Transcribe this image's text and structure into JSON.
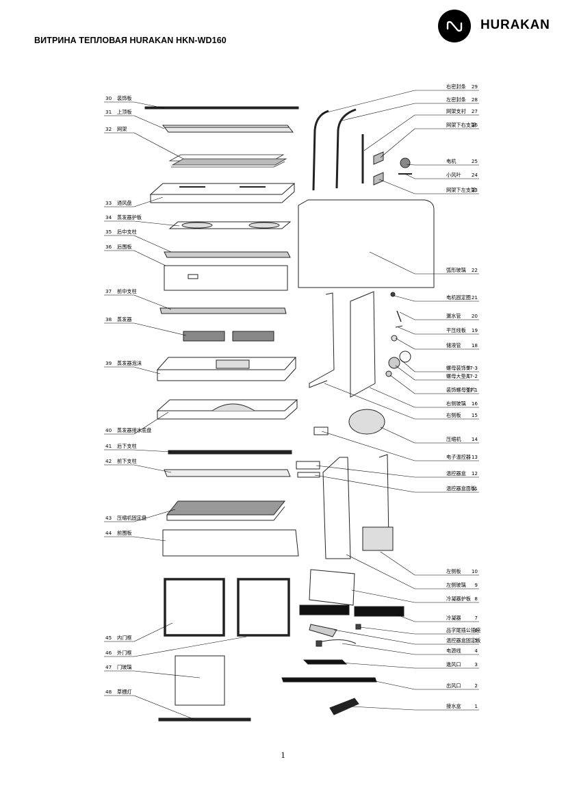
{
  "header": {
    "title": "ВИТРИНА ТЕПЛОВАЯ HURAKAN HKN-WD160",
    "brand": "HURAKAN",
    "logo_icon": "hurakan-logo-icon"
  },
  "page_number": "1",
  "parts": [
    {
      "no": "1",
      "name": "接水盒"
    },
    {
      "no": "2",
      "name": "出风口"
    },
    {
      "no": "3",
      "name": "進风口"
    },
    {
      "no": "4",
      "name": "电源线"
    },
    {
      "no": "5",
      "name": "温控器盒固定板"
    },
    {
      "no": "6",
      "name": "品字尾插公插座"
    },
    {
      "no": "7",
      "name": "冷凝器"
    },
    {
      "no": "8",
      "name": "冷凝器护板"
    },
    {
      "no": "9",
      "name": "左侧玻璃"
    },
    {
      "no": "10",
      "name": "左侧板"
    },
    {
      "no": "11",
      "name": "温控器盒面板"
    },
    {
      "no": "12",
      "name": "温控器盒"
    },
    {
      "no": "13",
      "name": "电子温控器"
    },
    {
      "no": "14",
      "name": "压缩机"
    },
    {
      "no": "15",
      "name": "右侧板"
    },
    {
      "no": "16",
      "name": "右侧玻璃"
    },
    {
      "no": "17-1",
      "name": "装饰螺母垫片"
    },
    {
      "no": "17-2",
      "name": "螺母大垫片"
    },
    {
      "no": "17-3",
      "name": "螺母装饰件"
    },
    {
      "no": "18",
      "name": "储液管"
    },
    {
      "no": "19",
      "name": "平压线板"
    },
    {
      "no": "20",
      "name": "漏水管"
    },
    {
      "no": "21",
      "name": "电机固定圈"
    },
    {
      "no": "22",
      "name": "弧形玻璃"
    },
    {
      "no": "23",
      "name": "网架下左支架"
    },
    {
      "no": "24",
      "name": "小风叶"
    },
    {
      "no": "25",
      "name": "电机"
    },
    {
      "no": "26",
      "name": "网架下右支架"
    },
    {
      "no": "27",
      "name": "网架支衬"
    },
    {
      "no": "28",
      "name": "左密封条"
    },
    {
      "no": "29",
      "name": "右密封条"
    },
    {
      "no": "30",
      "name": "装饰板"
    },
    {
      "no": "31",
      "name": "上顶板"
    },
    {
      "no": "32",
      "name": "网架"
    },
    {
      "no": "33",
      "name": "通风盘"
    },
    {
      "no": "34",
      "name": "蒸发器护板"
    },
    {
      "no": "35",
      "name": "后中支柱"
    },
    {
      "no": "36",
      "name": "后围板"
    },
    {
      "no": "37",
      "name": "前中支柱"
    },
    {
      "no": "38",
      "name": "蒸发器"
    },
    {
      "no": "39",
      "name": "蒸发器泡沫"
    },
    {
      "no": "40",
      "name": "蒸发器接水底盘"
    },
    {
      "no": "41",
      "name": "后下支柱"
    },
    {
      "no": "42",
      "name": "前下支柱"
    },
    {
      "no": "43",
      "name": "压缩机固定盘"
    },
    {
      "no": "44",
      "name": "前围板"
    },
    {
      "no": "45",
      "name": "内门框"
    },
    {
      "no": "46",
      "name": "外门框"
    },
    {
      "no": "47",
      "name": "门玻璃"
    },
    {
      "no": "48",
      "name": "草棚灯"
    }
  ]
}
